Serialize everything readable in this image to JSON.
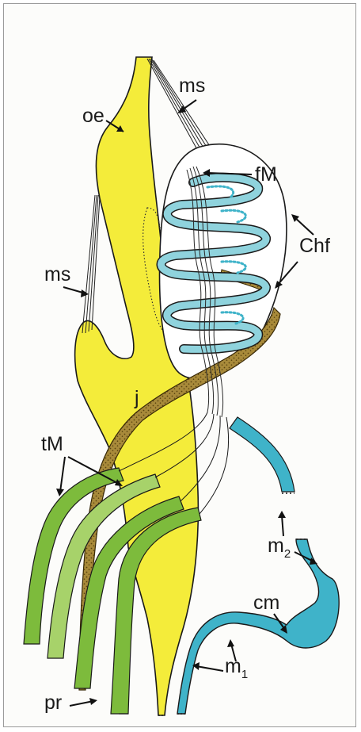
{
  "labels": {
    "oe": "oe",
    "ms_top": "ms",
    "ms_left": "ms",
    "fM": "fM",
    "Chf": "Chf",
    "j": "j",
    "tM": "tM",
    "m2_base": "m",
    "m2_sub": "2",
    "cm": "cm",
    "m1_base": "m",
    "m1_sub": "1",
    "pr": "pr"
  },
  "colors": {
    "yellow": "#f4ec3a",
    "green": "#7dbb3c",
    "green_light": "#a7d26a",
    "cyan": "#3fb3c9",
    "cyan_light": "#8fd3dd",
    "brown": "#a88a3a",
    "outline": "#1a1a1a"
  }
}
